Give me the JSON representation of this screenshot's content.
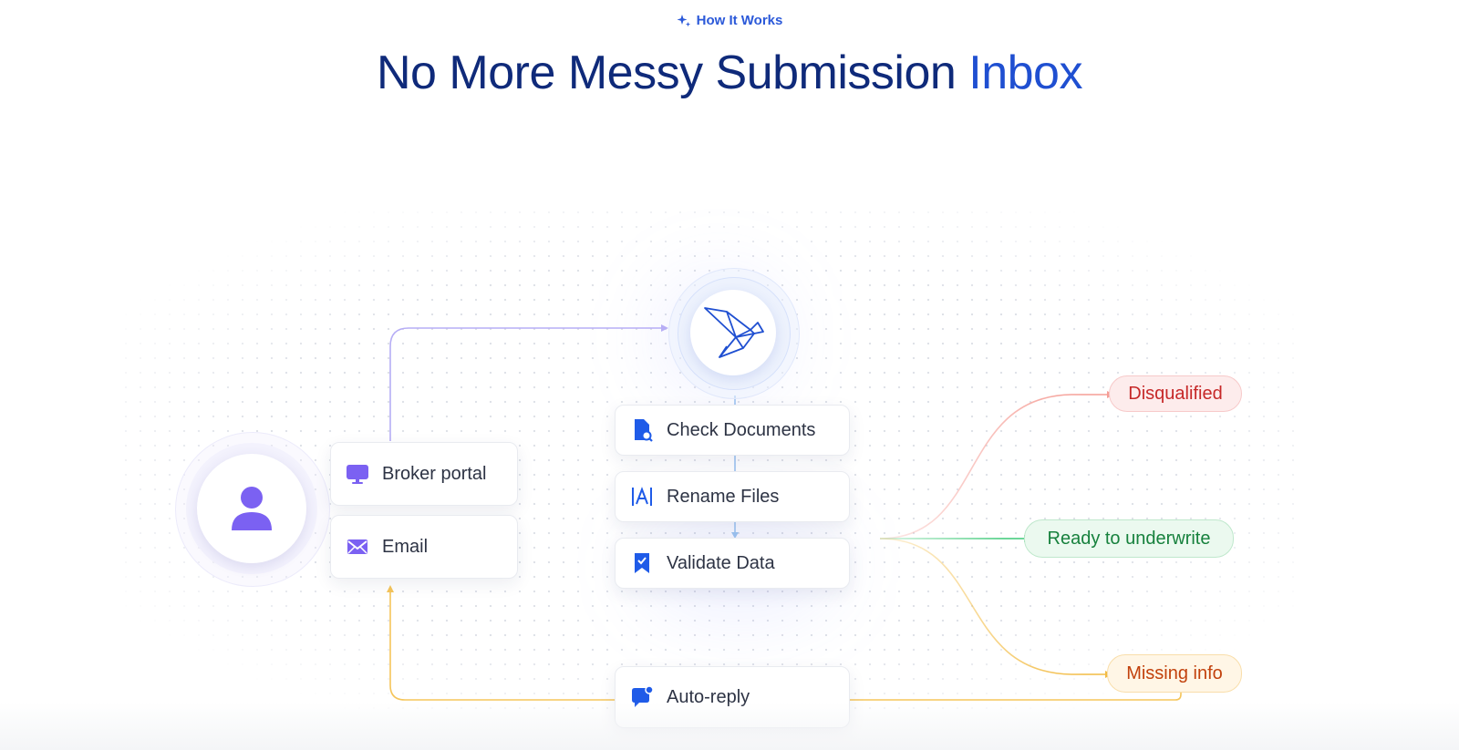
{
  "header": {
    "eyebrow": "How It Works",
    "title_main": "No More Messy Submission",
    "title_accent": "Inbox"
  },
  "sources": [
    {
      "label": "Broker portal",
      "icon": "monitor-icon"
    },
    {
      "label": "Email",
      "icon": "envelope-icon"
    }
  ],
  "steps": [
    {
      "label": "Check Documents",
      "icon": "document-search-icon"
    },
    {
      "label": "Rename Files",
      "icon": "rename-text-icon"
    },
    {
      "label": "Validate Data",
      "icon": "bookmark-check-icon"
    }
  ],
  "auto_reply": {
    "label": "Auto-reply",
    "icon": "chat-bubble-icon"
  },
  "outcomes": [
    {
      "label": "Disqualified",
      "color": "#c62828",
      "bg": "#fdecec",
      "border": "#f7c9c9"
    },
    {
      "label": "Ready to underwrite",
      "color": "#17813d",
      "bg": "#ebf9ef",
      "border": "#bfe8cc"
    },
    {
      "label": "Missing info",
      "color": "#c2410c",
      "bg": "#fff6e6",
      "border": "#f9deaa"
    }
  ],
  "colors": {
    "purple": "#7b61f2",
    "blue": "#1f5be8",
    "wire_purple": "#b6adf5",
    "wire_blue": "#9cc3f0",
    "wire_red": "#f7a6a0",
    "wire_green": "#5ad18a",
    "wire_yellow": "#f5c55a"
  },
  "icons": {
    "eyebrow": "sparkle-icon",
    "user": "user-icon",
    "hub": "origami-bird-logo"
  }
}
